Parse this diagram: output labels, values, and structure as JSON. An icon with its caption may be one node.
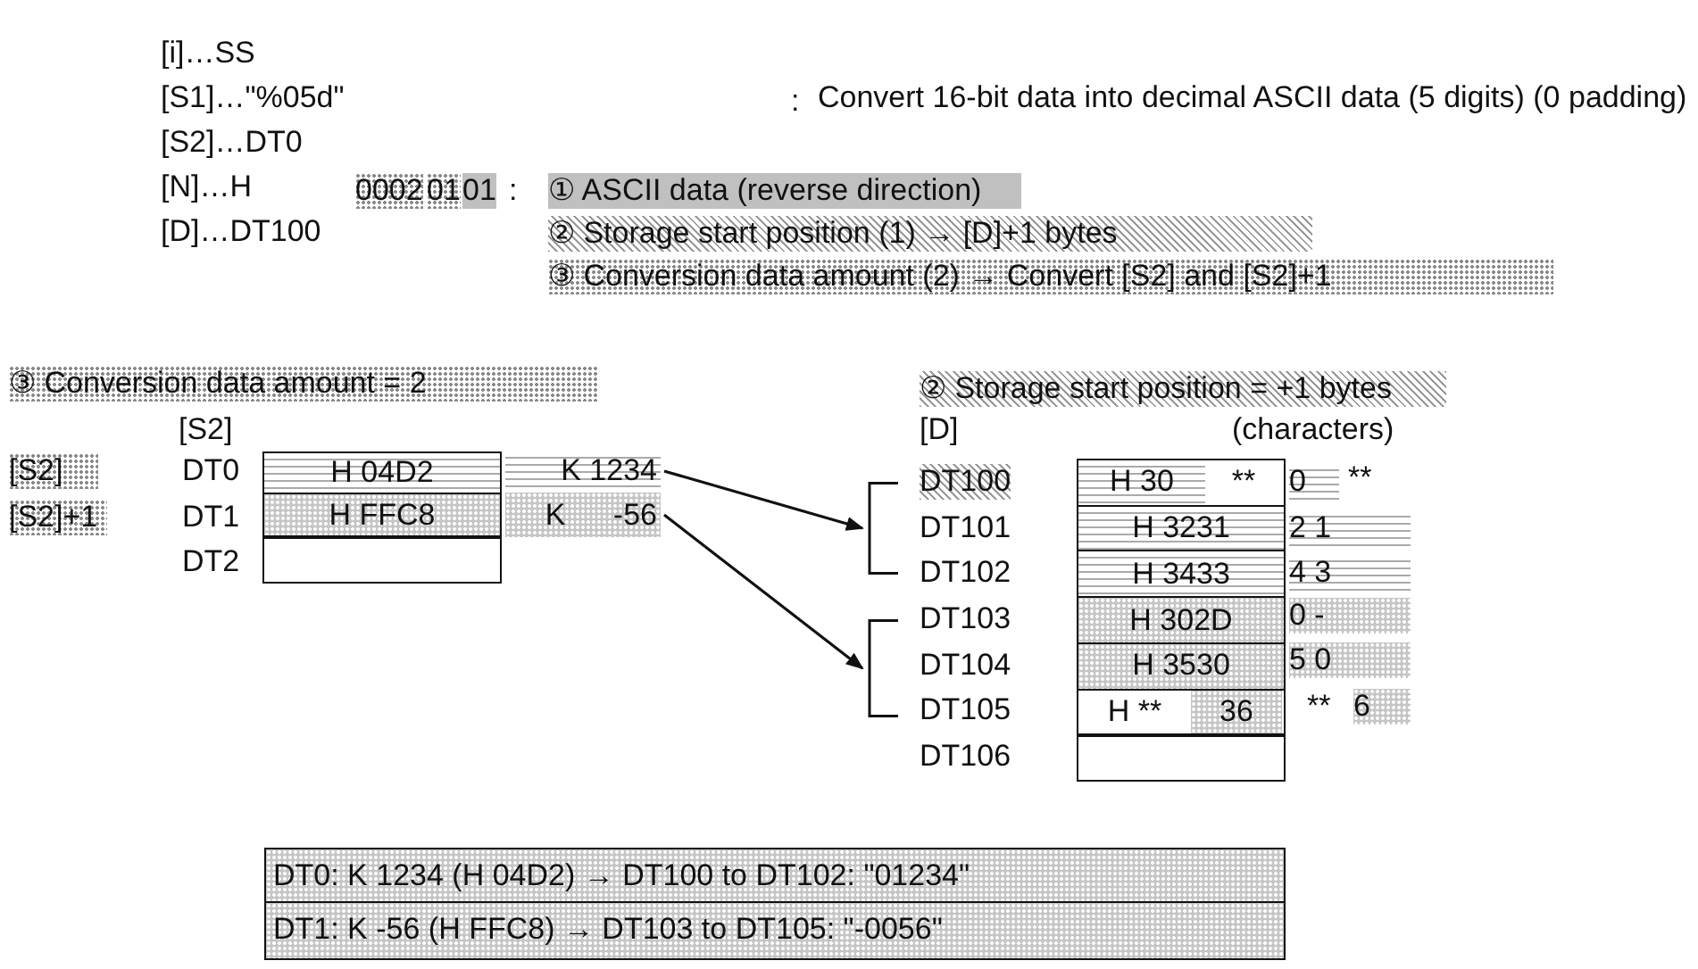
{
  "diagram": {
    "nodes": [
      {
        "text": [
          "H 04D2"
        ]
      },
      {
        "text": [
          "K 1234"
        ]
      },
      {
        "text": [
          "H FFC8"
        ]
      },
      {
        "text": [
          "K -56"
        ]
      },
      {
        "text": [],
        "shape": "box"
      },
      {
        "text": [],
        "shape": "bracket"
      },
      {
        "text": [],
        "shape": "bracket"
      },
      {
        "text": [
          "H 30",
          "**"
        ]
      },
      {
        "text": [
          "H 3231"
        ]
      },
      {
        "text": [
          "H 3433"
        ]
      },
      {
        "text": [
          "H 302D"
        ]
      },
      {
        "text": [
          "H 3530"
        ]
      },
      {
        "text": [
          "H **",
          "36"
        ]
      },
      {
        "text": [],
        "shape": "box"
      },
      {
        "text": [
          "DT0: K 1234 (H 04D2) → DT100 to DT102: \"01234\""
        ]
      },
      {
        "text": [
          "DT1: K -56 (H FFC8) → DT103 to DT105: \"-0056\""
        ]
      }
    ],
    "edges": [
      {
        "from": 1,
        "to": 5,
        "arrow": "to"
      },
      {
        "from": 3,
        "to": 6,
        "arrow": "to"
      }
    ],
    "labels": [
      "[i]…SS",
      "[S1]…\"%05d\"",
      ":",
      "Convert 16-bit data into decimal ASCII data (5 digits) (0 padding)",
      "[S2]…DT0",
      "[N]…H",
      "0002",
      "01",
      "01",
      ":",
      "① ASCII data (reverse direction)",
      "[D]…DT100",
      "② Storage start position (1) → [D]+1 bytes",
      "③ Conversion data amount (2) → Convert [S2] and [S2]+1",
      "③ Conversion data amount = 2",
      "② Storage start position = +1 bytes",
      "[S2]",
      "[D]",
      "(characters)",
      "[S2]",
      "DT0",
      "DT100",
      "0",
      "**",
      "[S2]+1",
      "DT1",
      "DT101",
      "2 1",
      "DT2",
      "DT102",
      "4 3",
      "DT103",
      "0 -",
      "DT104",
      "5 0",
      "DT105",
      "**",
      "6",
      "DT106"
    ]
  }
}
